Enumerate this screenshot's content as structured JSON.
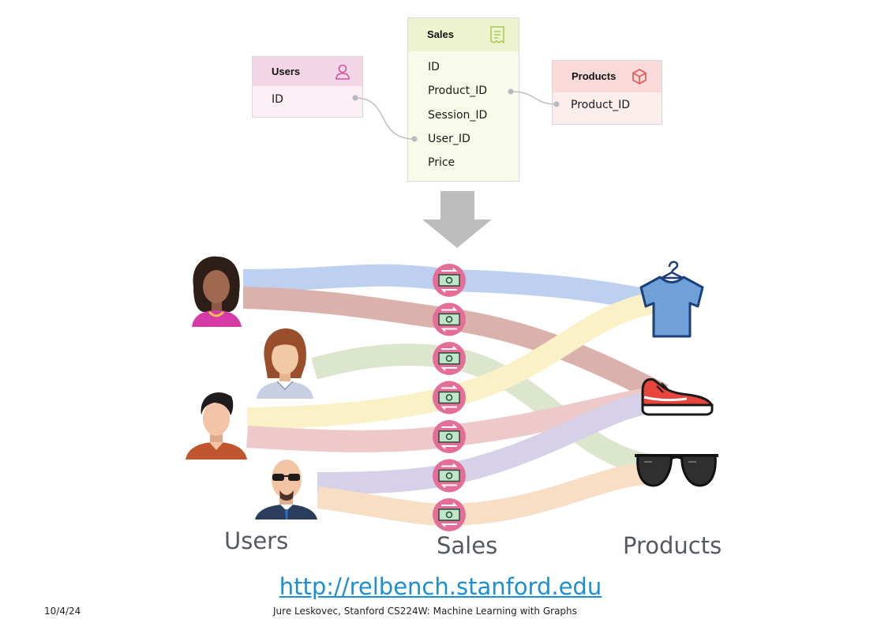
{
  "schema": {
    "users_table": {
      "title": "Users",
      "fields": [
        "ID"
      ],
      "icon": "user-icon"
    },
    "sales_table": {
      "title": "Sales",
      "fields": [
        "ID",
        "Product_ID",
        "Session_ID",
        "User_ID",
        "Price"
      ],
      "icon": "receipt-icon"
    },
    "products_table": {
      "title": "Products",
      "fields": [
        "Product_ID"
      ],
      "icon": "box-icon"
    }
  },
  "graph": {
    "column_labels": {
      "users": "Users",
      "sales": "Sales",
      "products": "Products"
    },
    "users": [
      "woman-curly-hair-avatar",
      "woman-red-hair-avatar",
      "man-dark-hair-avatar",
      "bald-man-sunglasses-avatar"
    ],
    "products": [
      "tshirt-icon",
      "sneaker-icon",
      "sunglasses-icon"
    ],
    "sales_count": 7,
    "edge_colors": [
      "#b9cdee",
      "#d9aca4",
      "#d8e4c8",
      "#fbf0c3",
      "#ecc5c6",
      "#d4cde8",
      "#f7dcc0"
    ]
  },
  "footer": {
    "url": "http://relbench.stanford.edu",
    "date": "10/4/24",
    "credit": "Jure Leskovec, Stanford CS224W: Machine Learning with Graphs"
  }
}
